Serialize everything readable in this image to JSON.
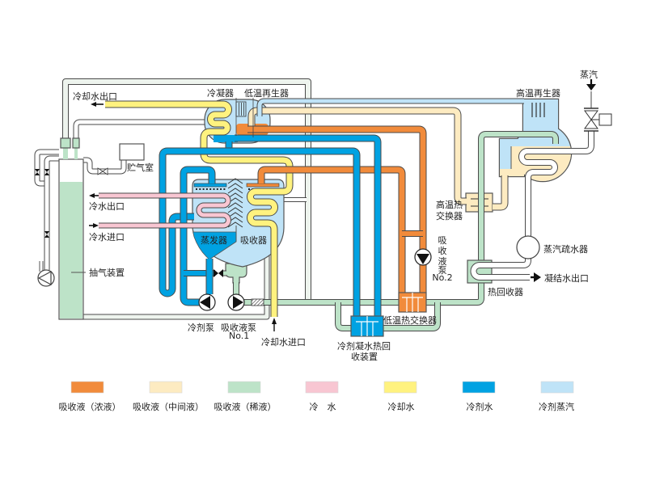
{
  "labels": {
    "cooling_water_outlet": "冷却水出口",
    "condenser": "冷凝器",
    "low_temp_generator": "低温再生器",
    "high_temp_generator": "高温再生器",
    "steam": "蒸汽",
    "gas_storage_chamber": "贮气室",
    "chilled_water_outlet": "冷水出口",
    "chilled_water_inlet": "冷水进口",
    "purge_unit": "抽气装置",
    "evaporator": "蒸发器",
    "absorber": "吸收器",
    "refrigerant_pump": "冷剂泵",
    "absorbent_pump_1": "吸收液泵",
    "absorbent_pump_1_number": "No.1",
    "cooling_water_inlet": "冷却水进口",
    "refrigerant_drain_heat_recovery": [
      "冷剂凝水热回",
      "收装置"
    ],
    "low_temp_heat_exchanger": "低温热交换器",
    "absorbent_pump_2": [
      "吸",
      "收",
      "液",
      "泵"
    ],
    "absorbent_pump_2_number": "No.2",
    "high_temp_heat_exchanger": [
      "高温热",
      "交换器"
    ],
    "steam_trap": "蒸汽疏水器",
    "condensate_outlet": "凝结水出口",
    "heat_recovery_unit": "热回收器"
  },
  "legend": [
    {
      "key": "concentrated",
      "label": "吸收液（浓液）",
      "color": "#F18B3B"
    },
    {
      "key": "intermediate",
      "label": "吸收液（中间液）",
      "color": "#FDEBC1"
    },
    {
      "key": "dilute",
      "label": "吸收液（稀液）",
      "color": "#BDE3C8"
    },
    {
      "key": "chilled",
      "label": "冷　水",
      "color": "#F8C6D2"
    },
    {
      "key": "cooling",
      "label": "冷却水",
      "color": "#FFF27F"
    },
    {
      "key": "refrigerant",
      "label": "冷剂水",
      "color": "#00A2E2"
    },
    {
      "key": "vapor",
      "label": "冷剂蒸汽",
      "color": "#BFE3F7"
    }
  ]
}
